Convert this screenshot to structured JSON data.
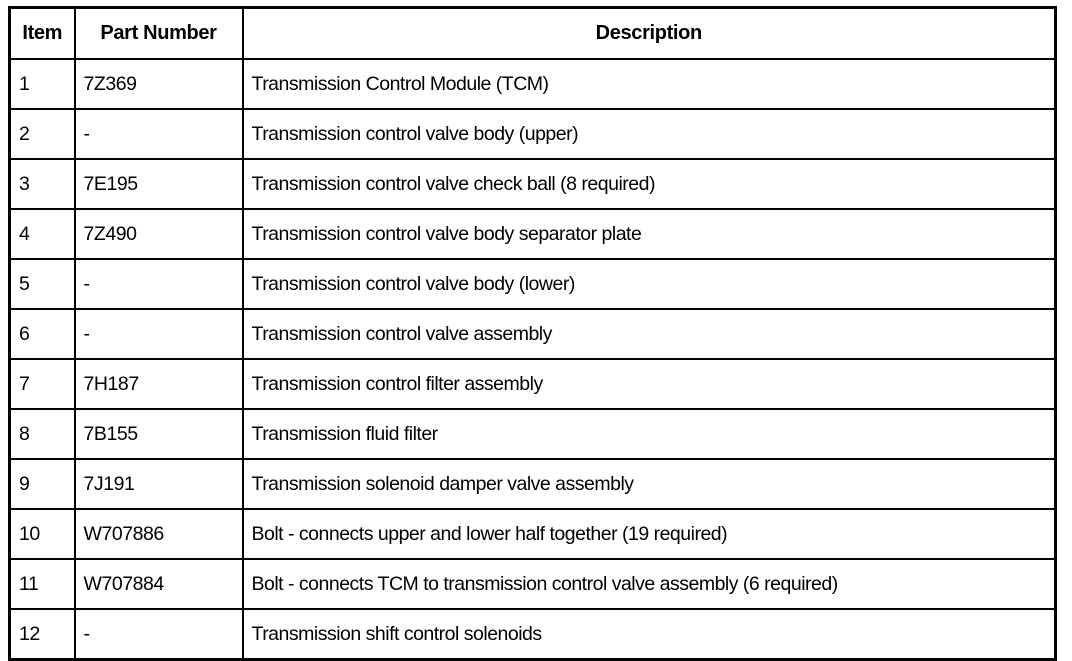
{
  "table": {
    "columns": [
      {
        "key": "item",
        "label": "Item"
      },
      {
        "key": "part_number",
        "label": "Part Number"
      },
      {
        "key": "description",
        "label": "Description"
      }
    ],
    "rows": [
      {
        "item": "1",
        "part_number": "7Z369",
        "description": "Transmission Control Module (TCM)"
      },
      {
        "item": "2",
        "part_number": "-",
        "description": "Transmission control valve body (upper)"
      },
      {
        "item": "3",
        "part_number": "7E195",
        "description": "Transmission control valve check ball (8 required)"
      },
      {
        "item": "4",
        "part_number": "7Z490",
        "description": "Transmission control valve body separator plate"
      },
      {
        "item": "5",
        "part_number": "-",
        "description": "Transmission control valve body (lower)"
      },
      {
        "item": "6",
        "part_number": "-",
        "description": "Transmission control valve assembly"
      },
      {
        "item": "7",
        "part_number": "7H187",
        "description": "Transmission control filter assembly"
      },
      {
        "item": "8",
        "part_number": "7B155",
        "description": "Transmission fluid filter"
      },
      {
        "item": "9",
        "part_number": "7J191",
        "description": "Transmission solenoid damper valve assembly"
      },
      {
        "item": "10",
        "part_number": "W707886",
        "description": "Bolt - connects upper and lower half together (19 required)"
      },
      {
        "item": "11",
        "part_number": "W707884",
        "description": "Bolt - connects TCM to transmission control valve assembly (6 required)"
      },
      {
        "item": "12",
        "part_number": "-",
        "description": "Transmission shift control solenoids"
      }
    ]
  },
  "colors": {
    "ink": "#000000",
    "paper": "#ffffff"
  }
}
